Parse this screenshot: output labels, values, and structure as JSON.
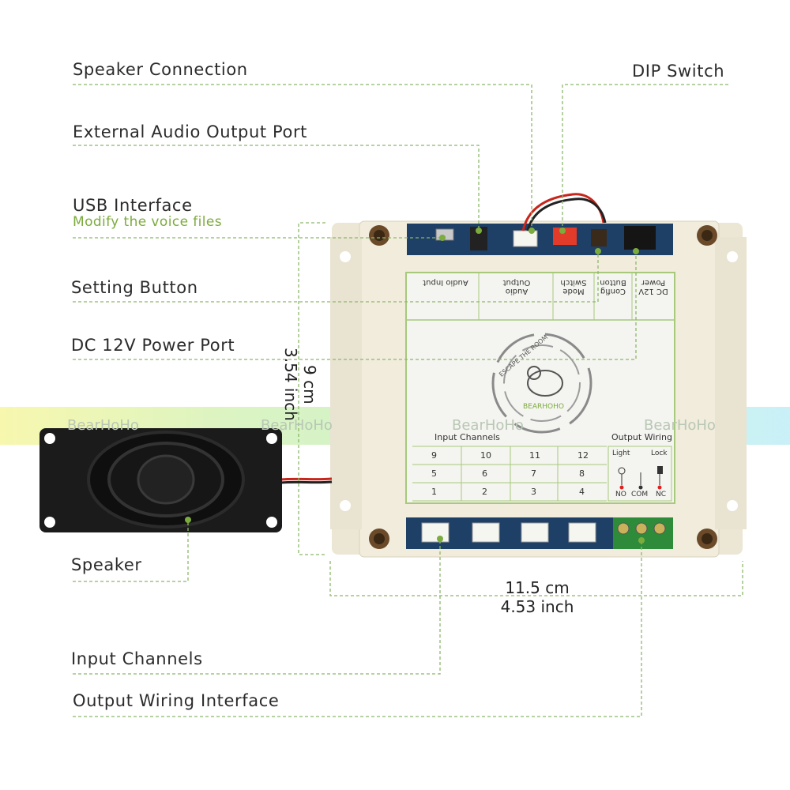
{
  "labels": {
    "speaker_connection": "Speaker Connection",
    "dip_switch": "DIP Switch",
    "external_audio": "External Audio Output Port",
    "usb_interface": "USB Interface",
    "usb_sub": "Modify the voice files",
    "setting_button": "Setting Button",
    "dc_power": "DC 12V Power Port",
    "speaker": "Speaker",
    "input_channels": "Input Channels",
    "output_wiring": "Output Wiring Interface"
  },
  "dimensions": {
    "height_cm": "9 cm",
    "height_inch": "3.54 inch",
    "width_cm": "11.5 cm",
    "width_inch": "4.53 inch"
  },
  "watermark": "BearHoHo",
  "panel": {
    "top_labels": [
      "Audio Input",
      "Audio Output",
      "Mode Switch",
      "Config Button",
      "DC 12V Power"
    ],
    "brand": "BEARHOHO",
    "slogan": "ESCAPE THE ROOM",
    "input_channels_title": "Input Channels",
    "output_wiring_title": "Output Wiring",
    "channels": [
      "9",
      "10",
      "11",
      "12",
      "5",
      "6",
      "7",
      "8",
      "1",
      "2",
      "3",
      "4"
    ],
    "light": "Light",
    "lock": "Lock",
    "no": "NO",
    "com": "COM",
    "nc": "NC"
  },
  "colors": {
    "accent_green": "#7cab3e",
    "case_beige": "#efeadb",
    "pcb_blue": "#1e3f66"
  }
}
